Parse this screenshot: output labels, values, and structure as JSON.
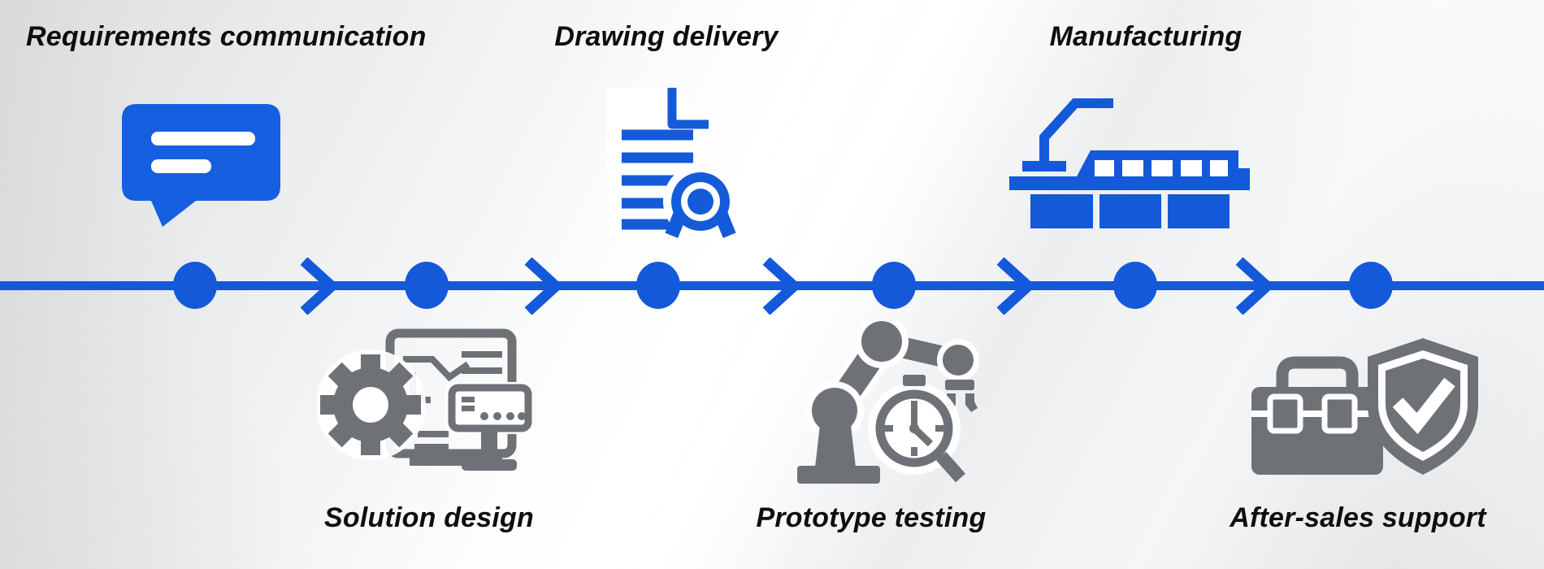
{
  "diagram": {
    "type": "process-timeline",
    "direction": "left-to-right",
    "accent_blue": "#1459d9",
    "icon_gray": "#6e7277",
    "label_color": "#0e0e0f",
    "background_color": "#e8e9eb",
    "timeline": {
      "dot_count": 6,
      "arrow_count": 5
    },
    "stages": [
      {
        "label": "Requirements communication",
        "icon": "chat-bubble-icon",
        "position": "top"
      },
      {
        "label": "Solution design",
        "icon": "gear-design-icon",
        "position": "bottom"
      },
      {
        "label": "Drawing delivery",
        "icon": "certified-document-icon",
        "position": "top"
      },
      {
        "label": "Prototype testing",
        "icon": "robot-arm-stopwatch-icon",
        "position": "bottom"
      },
      {
        "label": "Manufacturing",
        "icon": "production-line-icon",
        "position": "top"
      },
      {
        "label": "After-sales support",
        "icon": "toolbox-shield-icon",
        "position": "bottom"
      }
    ]
  }
}
